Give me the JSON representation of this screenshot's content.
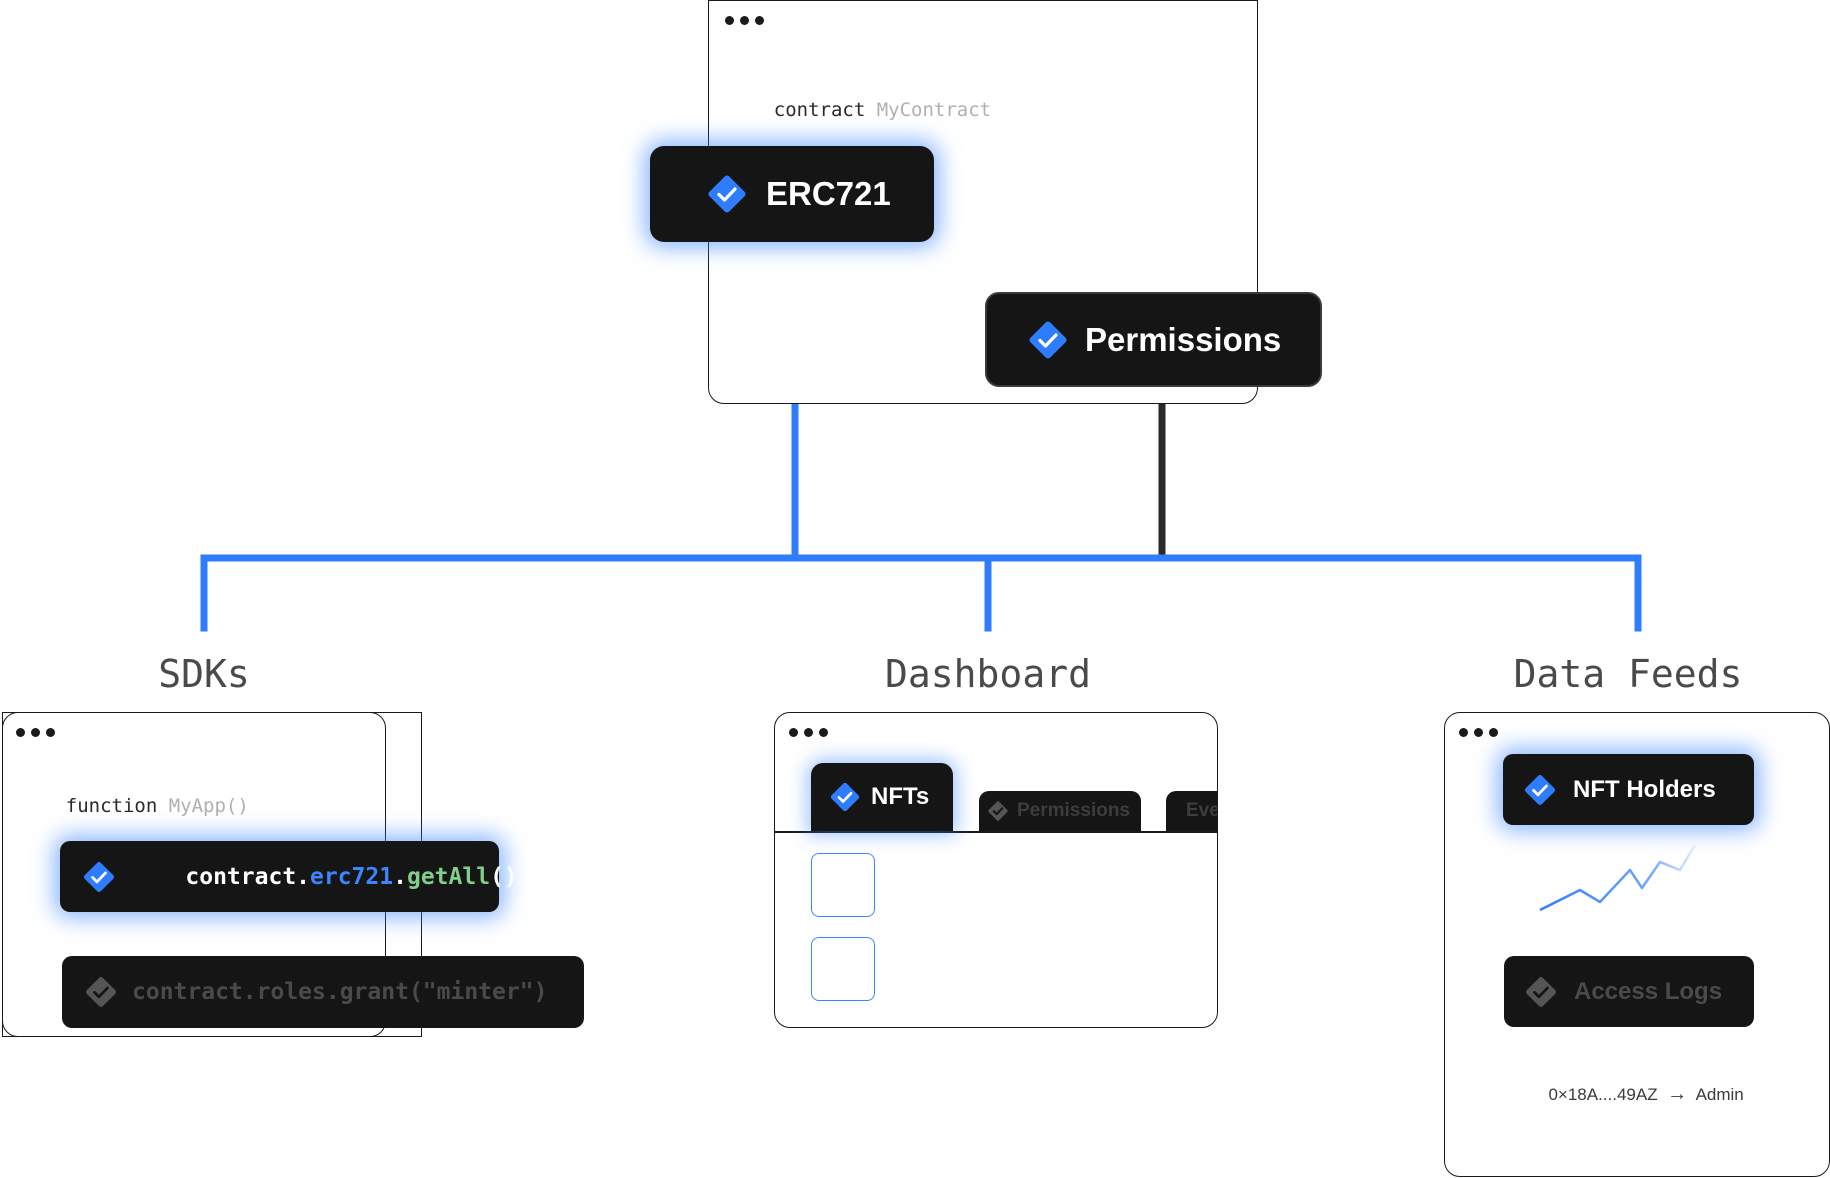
{
  "colors": {
    "accent": "#2e7dff",
    "dark": "#151515",
    "connector_dark": "#2a2a2a",
    "muted_text": "#3d3d3d"
  },
  "top_window": {
    "code_keyword": "contract",
    "code_name": "MyContract"
  },
  "badges": {
    "erc721": {
      "label": "ERC721",
      "icon": "verified-check-icon"
    },
    "permissions": {
      "label": "Permissions",
      "icon": "verified-check-icon"
    }
  },
  "sections": {
    "sdks": {
      "title": "SDKs",
      "code_keyword": "function",
      "code_name": "MyApp()",
      "call_1": {
        "obj": "contract.",
        "module": "erc721",
        "dot": ".",
        "method": "getAll",
        "args": "()"
      },
      "call_2": "contract.roles.grant(\"minter\")"
    },
    "dashboard": {
      "title": "Dashboard",
      "tabs": [
        {
          "label": "NFTs",
          "active": true
        },
        {
          "label": "Permissions",
          "active": false
        },
        {
          "label": "Eve",
          "active": false
        }
      ]
    },
    "data_feeds": {
      "title": "Data Feeds",
      "nft_holders": "NFT Holders",
      "access_logs": "Access Logs",
      "log_address": "0×18A....49AZ",
      "log_arrow": "→",
      "log_role": "Admin"
    }
  }
}
